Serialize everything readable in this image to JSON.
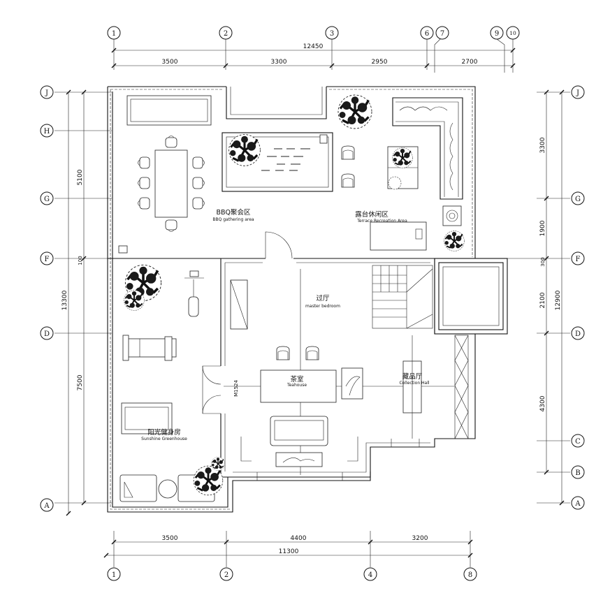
{
  "plan": {
    "top_axes": [
      "1",
      "2",
      "3",
      "6",
      "7",
      "9",
      "10"
    ],
    "bottom_axes": [
      "1",
      "2",
      "4",
      "8"
    ],
    "left_axes": [
      "J",
      "H",
      "G",
      "F",
      "D",
      "A"
    ],
    "right_axes": [
      "J",
      "G",
      "F",
      "D",
      "C",
      "B",
      "A"
    ],
    "top_dims": {
      "total": "12450",
      "segments": [
        "3500",
        "3300",
        "2950",
        "2700"
      ]
    },
    "bottom_dims": {
      "total": "11300",
      "segments": [
        "3500",
        "4400",
        "3200"
      ]
    },
    "left_dims": {
      "total": "13300",
      "segments": [
        "5100",
        "100",
        "7500"
      ]
    },
    "right_dims": {
      "total": "12900",
      "segments": [
        "3300",
        "1900",
        "300",
        "2100",
        "4300"
      ]
    },
    "rooms": {
      "bbq_zh": "BBQ聚会区",
      "bbq_en": "BBQ gathering area",
      "terrace_zh": "露台休闲区",
      "terrace_en": "Terrace Recreation Area",
      "hall_zh": "过厅",
      "hall_en": "master bedroom",
      "tea_zh": "茶室",
      "tea_en": "Teahouse",
      "collection_zh": "藏品厅",
      "collection_en": "Collection Hall",
      "greenhouse_zh": "阳光健身房",
      "greenhouse_en": "Sunshine Greenhouse",
      "door_tag": "M1524"
    }
  }
}
